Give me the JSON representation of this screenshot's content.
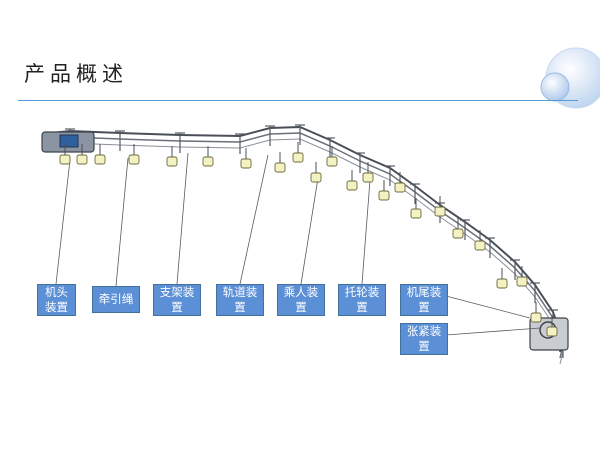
{
  "page": {
    "title": "产品概述"
  },
  "components": [
    {
      "id": "head",
      "label": "机头装置"
    },
    {
      "id": "rope",
      "label": "牵引绳"
    },
    {
      "id": "support",
      "label": "支架装置"
    },
    {
      "id": "track",
      "label": "轨道装置"
    },
    {
      "id": "rider",
      "label": "乘人装置"
    },
    {
      "id": "idler",
      "label": "托轮装置"
    },
    {
      "id": "tail",
      "label": "机尾装置"
    },
    {
      "id": "tension",
      "label": "张紧装置"
    }
  ],
  "colors": {
    "accent": "#5b9bd5",
    "label_fill": "#5b8fd6",
    "label_text": "#ffffff",
    "seat_fill": "#f4f1c2"
  }
}
